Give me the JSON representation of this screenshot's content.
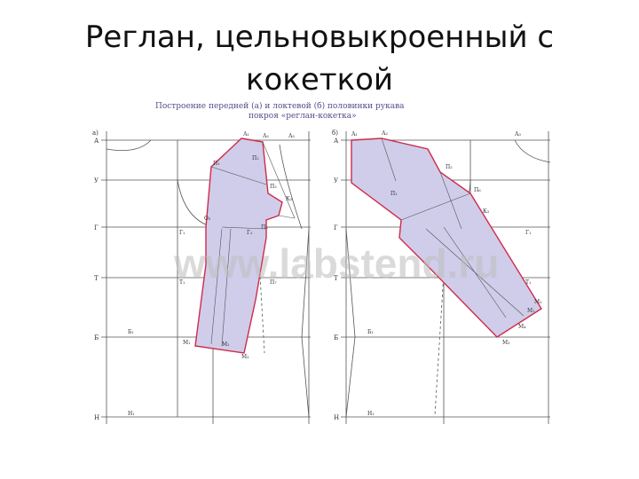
{
  "slide": {
    "title_line1": "Реглан, цельновыкроенный с",
    "title_line2": "кокеткой"
  },
  "figure": {
    "caption_line1": "Построение передней (а) и локтевой (б) половинки рукава",
    "caption_line2": "покроя «реглан-кокетка»",
    "panel_a": "а)",
    "panel_b": "б)",
    "watermark": "www.labstend.ru",
    "side_labels": [
      "А",
      "У",
      "Г",
      "Т",
      "Б",
      "Н"
    ],
    "pattern_labels_a": [
      "А₁",
      "А₂",
      "А₃",
      "П₁",
      "П₂",
      "П₃",
      "К₃",
      "Г₁",
      "Г₂",
      "О₃",
      "Т₁",
      "Б₁",
      "Н₁",
      "М₁",
      "М₂",
      "М₃",
      "П₆",
      "П₇"
    ],
    "pattern_labels_b": [
      "А₁",
      "А₂",
      "А₃",
      "П₁",
      "П₂",
      "П₆",
      "К₃",
      "Г₁",
      "Т₁",
      "Б₁",
      "Н₁",
      "М₁",
      "М₂",
      "М₃",
      "М₄"
    ],
    "colors": {
      "outline": "#d02a4a",
      "fill": "#cfcdea",
      "line": "#555555"
    }
  }
}
